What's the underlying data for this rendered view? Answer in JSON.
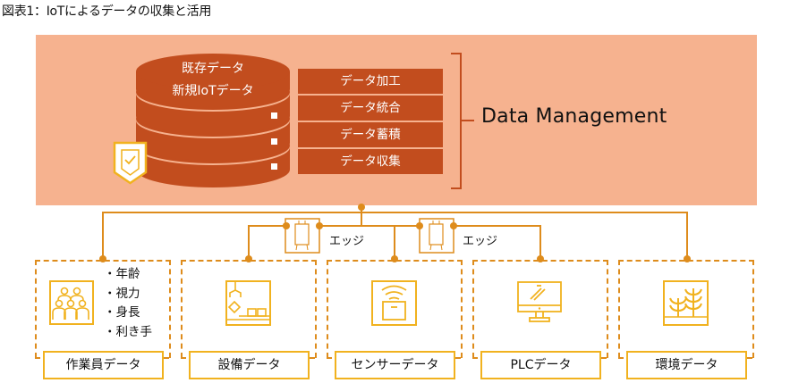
{
  "title": "図表1：IoTによるデータの収集と活用",
  "data_management": {
    "database_labels": [
      "既存データ",
      "新規IoTデータ"
    ],
    "processes": [
      "データ加工",
      "データ統合",
      "データ蓄積",
      "データ収集"
    ],
    "label": "Data Management"
  },
  "edges": [
    {
      "label": "エッジ"
    },
    {
      "label": "エッジ"
    }
  ],
  "sources": [
    {
      "label": "作業員データ",
      "icon": "workers-group-icon",
      "attributes": [
        "・年齢",
        "・視力",
        "・身長",
        "・利き手"
      ]
    },
    {
      "label": "設備データ",
      "icon": "factory-equipment-icon"
    },
    {
      "label": "センサーデータ",
      "icon": "wireless-sensor-icon"
    },
    {
      "label": "PLCデータ",
      "icon": "computer-monitor-icon"
    },
    {
      "label": "環境データ",
      "icon": "plant-environment-icon"
    }
  ],
  "colors": {
    "panel_bg": "#f6b28f",
    "dark_orange": "#c24d1e",
    "line_orange": "#de8c1c",
    "icon_yellow": "#f1b21f"
  }
}
